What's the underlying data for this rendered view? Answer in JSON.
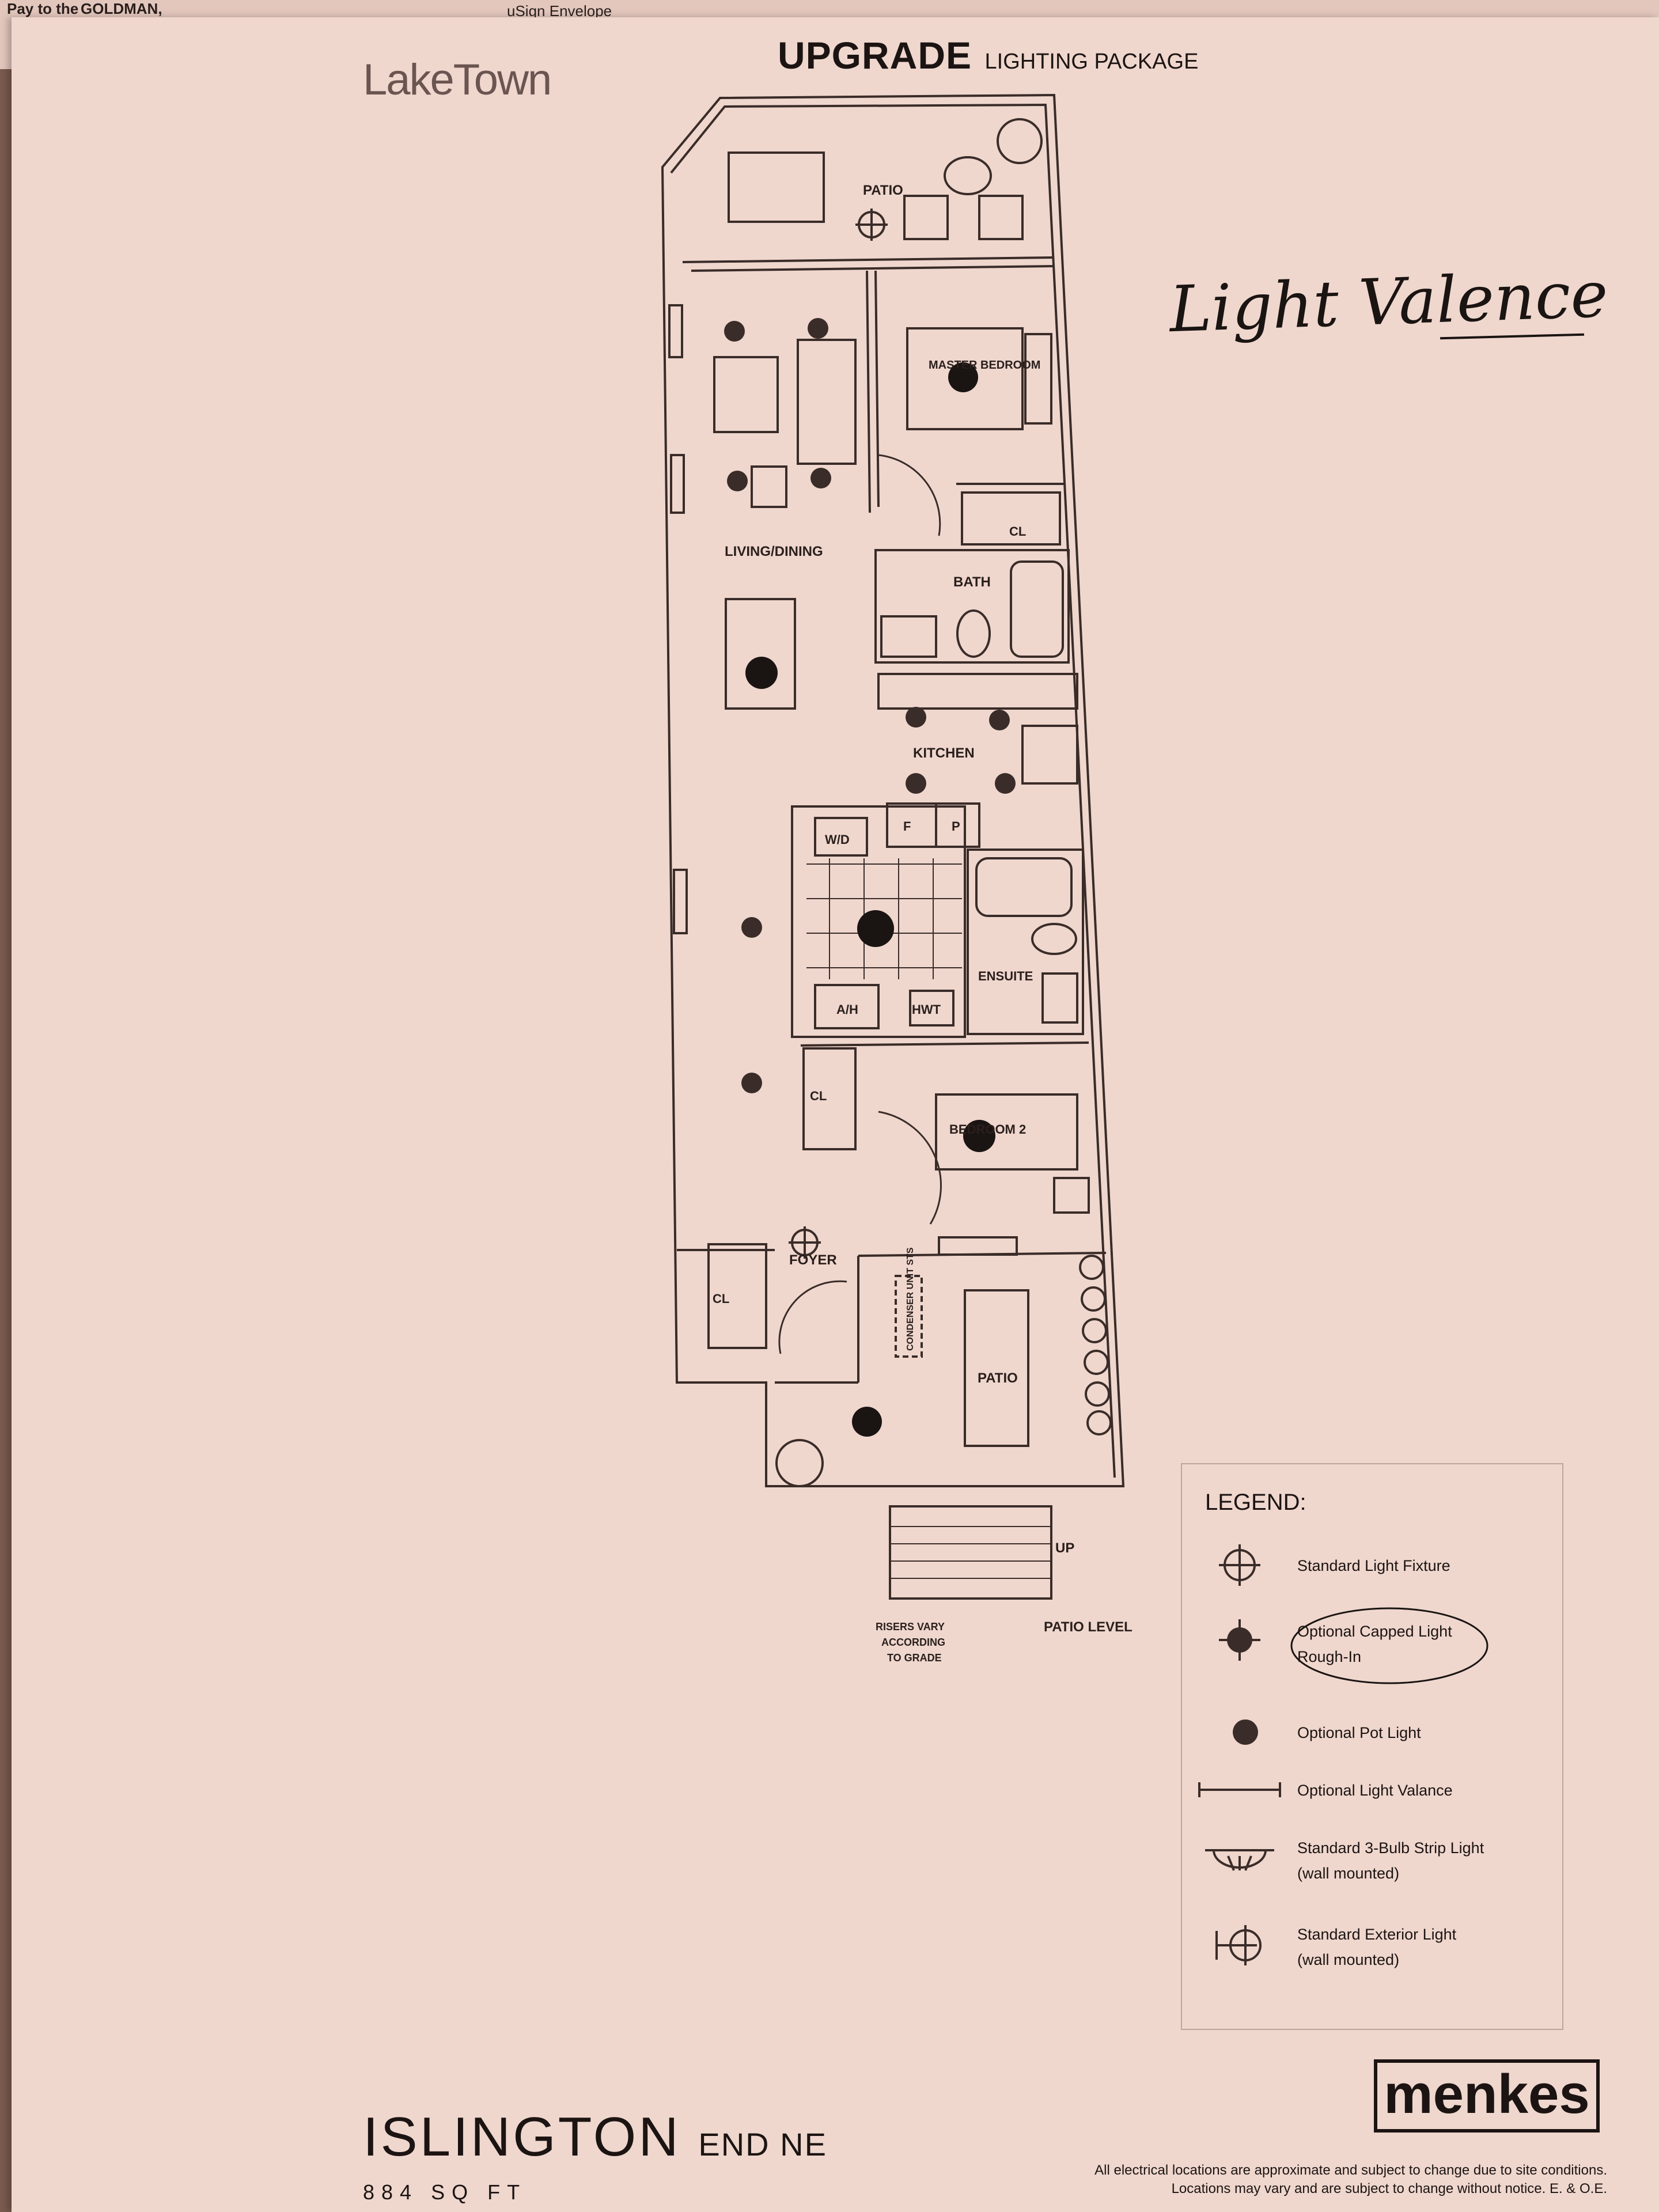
{
  "under": {
    "left_text_1": "Pay to the",
    "left_text_2": "GOLDMAN,",
    "center_text": "uSign Envelope"
  },
  "header": {
    "logo": "LakeTown",
    "title": "UPGRADE",
    "subtitle": "LIGHTING PACKAGE"
  },
  "annotation": {
    "handwritten": "Light Valence"
  },
  "rooms": {
    "patio_top": "PATIO",
    "master": "MASTER BEDROOM",
    "cl1": "CL",
    "living": "LIVING/DINING",
    "bath": "BATH",
    "kitchen": "KITCHEN",
    "wd": "W/D",
    "f": "F",
    "p": "P",
    "ensuite": "ENSUITE",
    "ah": "A/H",
    "hwt": "HWT",
    "cl2": "CL",
    "bedroom2": "BEDROOM 2",
    "foyer": "FOYER",
    "cl3": "CL",
    "condenser": "CONDENSER UNIT STS",
    "patio_bottom": "PATIO",
    "up": "UP",
    "risers": [
      "RISERS VARY",
      "ACCORDING",
      "TO GRADE"
    ],
    "patio_level": "PATIO LEVEL"
  },
  "legend": {
    "title": "LEGEND:",
    "items": [
      {
        "icon": "standard-light-fixture-icon",
        "label": "Standard Light Fixture",
        "label2": ""
      },
      {
        "icon": "capped-light-icon",
        "label": "Optional Capped Light",
        "label2": "Rough-In"
      },
      {
        "icon": "pot-light-icon",
        "label": "Optional Pot Light",
        "label2": ""
      },
      {
        "icon": "light-valance-icon",
        "label": "Optional Light Valance",
        "label2": ""
      },
      {
        "icon": "strip-light-icon",
        "label": "Standard 3-Bulb Strip Light",
        "label2": "(wall mounted)"
      },
      {
        "icon": "exterior-light-icon",
        "label": "Standard Exterior Light",
        "label2": "(wall mounted)"
      }
    ]
  },
  "footer": {
    "model": "ISLINGTON",
    "model_suffix": "END NE",
    "size": "884 SQ FT",
    "brand": "menkes",
    "disclaimer_1": "All electrical locations are approximate and subject to change due to site conditions.",
    "disclaimer_2": "Locations may vary and are subject to change without notice. E. & O.E."
  },
  "colors": {
    "paper": "#efd7ce",
    "ink": "#1c1412",
    "line": "#3a2c28"
  }
}
